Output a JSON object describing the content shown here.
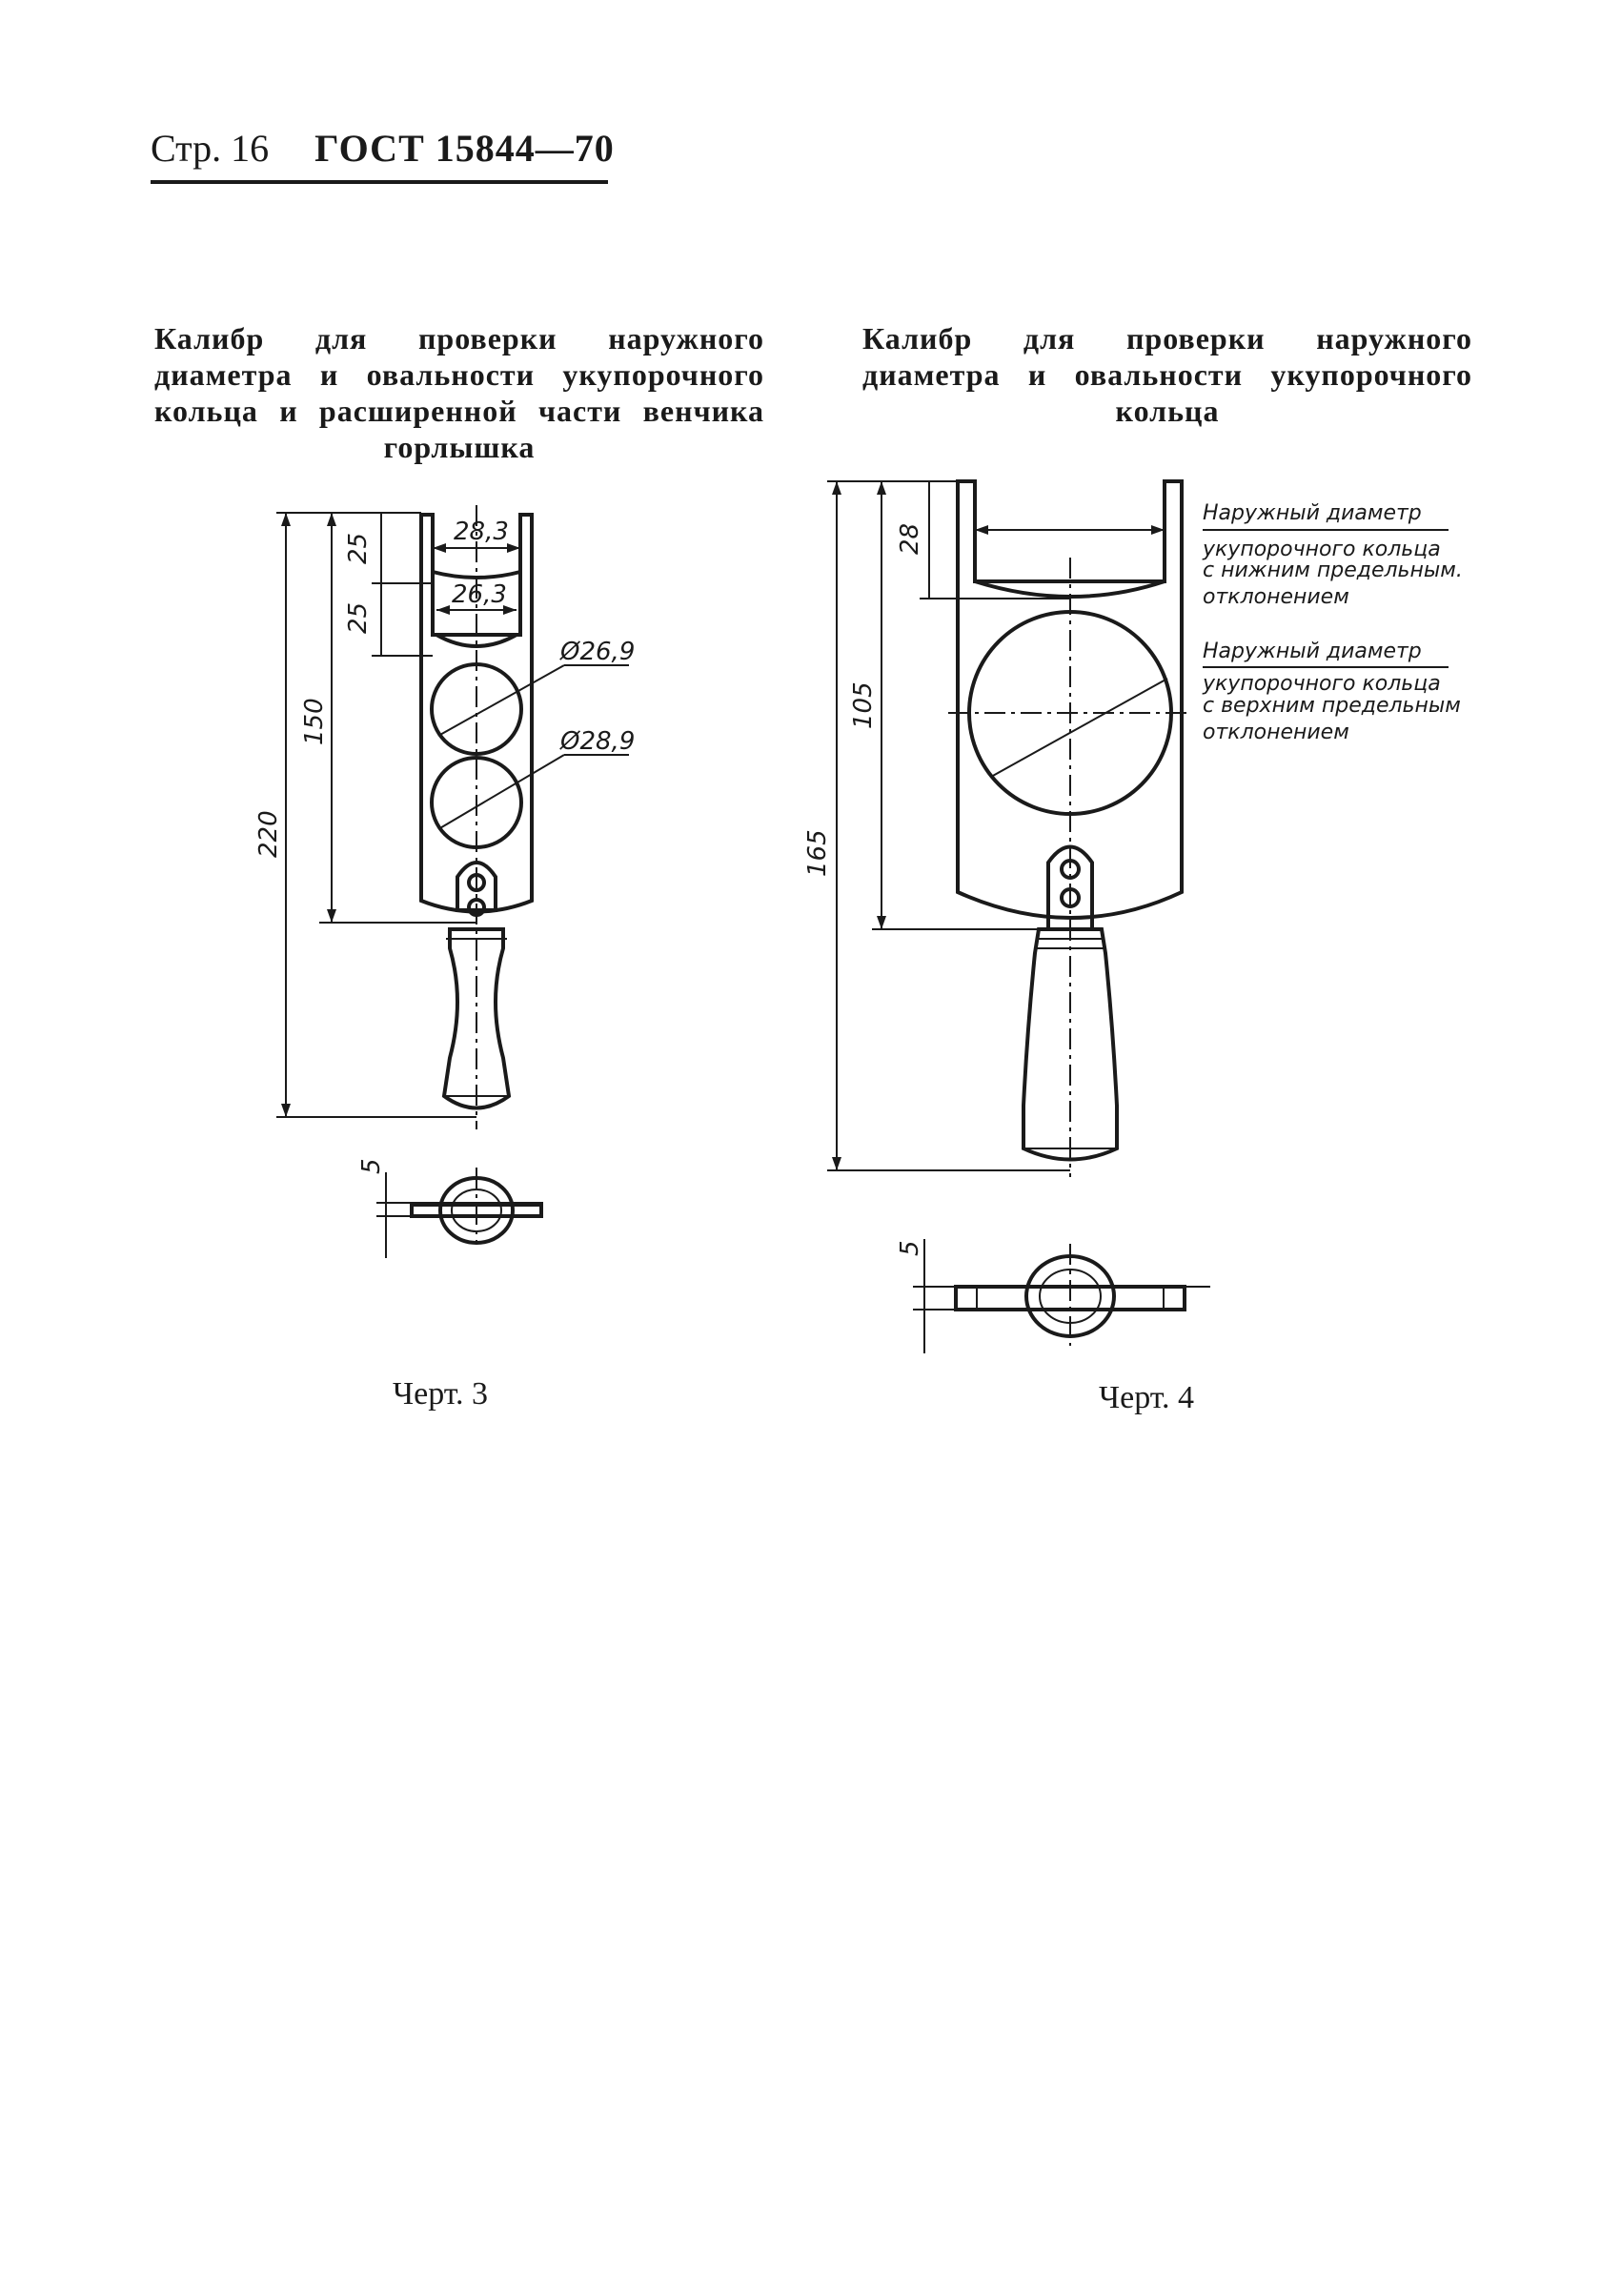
{
  "header": {
    "page": "Стр. 16",
    "standard": "ГОСТ 15844—70"
  },
  "figure3": {
    "caption_lines": [
      "Калибр для проверки наружного",
      "диаметра и овальности укупорочного",
      "кольца и расширенной части венчика",
      "горлышка"
    ],
    "dims": {
      "width_top": "28,3",
      "width_inner": "26,3",
      "slot1": "25",
      "slot2": "25",
      "hole1": "Ø26,9",
      "hole2": "Ø28,9",
      "length_body": "150",
      "length_total": "220",
      "thickness": "5"
    },
    "label": "Черт. 3"
  },
  "figure4": {
    "caption_lines": [
      "Калибр для проверки наружного",
      "диаметра и овальности укупорочного",
      "кольца"
    ],
    "dims": {
      "slot": "28",
      "length_body": "105",
      "length_total": "165",
      "thickness": "5"
    },
    "notes": {
      "upper": [
        "Наружный диаметр",
        "укупорочного кольца",
        "с нижним предельным.",
        "отклонением"
      ],
      "lower": [
        "Наружный диаметр",
        "укупорочного кольца",
        "с верхним предельным",
        "отклонением"
      ]
    },
    "label": "Черт. 4"
  }
}
